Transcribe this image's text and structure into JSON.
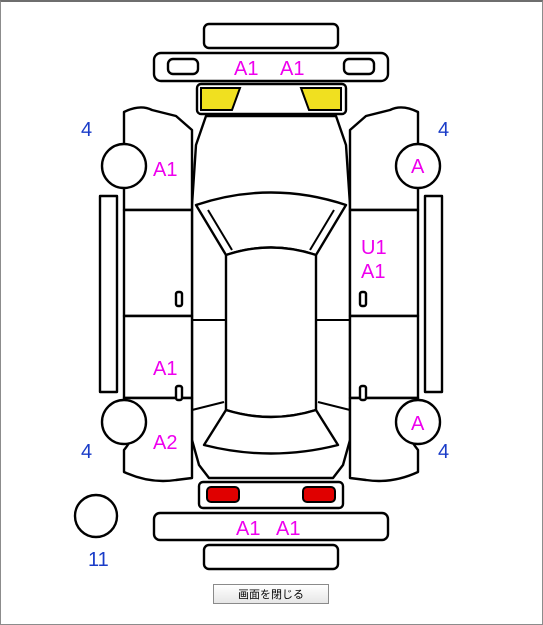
{
  "colors": {
    "mark": "#ee00ee",
    "tire_number": "#1a3cc8",
    "headlight": "#f0e020",
    "taillight": "#e00000"
  },
  "marks": {
    "front_bumper_left": "A1",
    "front_bumper_right": "A1",
    "left_front_fender": "A1",
    "right_front_fender": "A",
    "right_front_door_1": "U1",
    "right_front_door_2": "A1",
    "left_rear_door": "A1",
    "left_rear_fender": "A2",
    "right_rear_fender": "A",
    "rear_bumper_left": "A1",
    "rear_bumper_right": "A1"
  },
  "tires": {
    "front_left": "4",
    "front_right": "4",
    "rear_left": "4",
    "rear_right": "4",
    "spare": "11"
  },
  "close_button": "画面を閉じる"
}
